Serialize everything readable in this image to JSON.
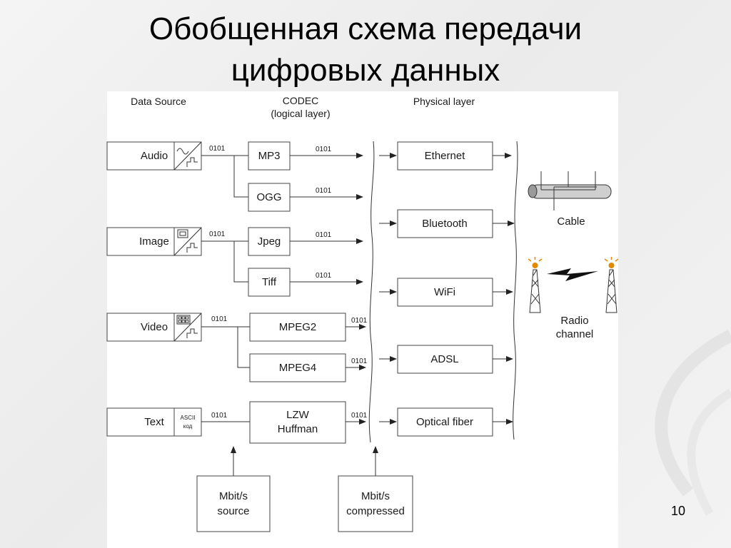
{
  "slide": {
    "title_line1": "Обобщенная схема передачи",
    "title_line2": "цифровых данных",
    "page_number": "10"
  },
  "diagram": {
    "headers": {
      "source": "Data Source",
      "codec_line1": "CODEC",
      "codec_line2": "(logical layer)",
      "physical": "Physical layer"
    },
    "sources": [
      "Audio",
      "Image",
      "Video",
      "Text"
    ],
    "ascii_line1": "ASCII",
    "ascii_line2": "код",
    "bits": "0101",
    "codecs": {
      "mp3": "MP3",
      "ogg": "OGG",
      "jpeg": "Jpeg",
      "tiff": "Tiff",
      "mpeg2": "MPEG2",
      "mpeg4": "MPEG4",
      "lzw_line1": "LZW",
      "lzw_line2": "Huffman"
    },
    "physical": [
      "Ethernet",
      "Bluetooth",
      "WiFi",
      "ADSL",
      "Optical fiber"
    ],
    "media": {
      "cable": "Cable",
      "radio_line1": "Radio",
      "radio_line2": "channel"
    },
    "bottom": {
      "source_line1": "Mbit/s",
      "source_line2": "source",
      "compressed_line1": "Mbit/s",
      "compressed_line2": "compressed"
    }
  }
}
